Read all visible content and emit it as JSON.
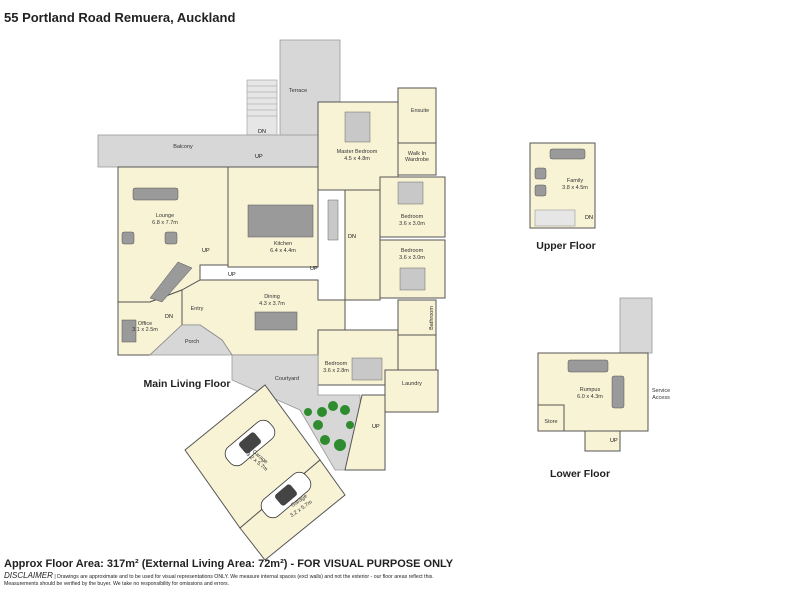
{
  "title": "55 Portland Road Remuera, Auckland",
  "floors": {
    "main": "Main Living Floor",
    "upper": "Upper  Floor",
    "lower": "Lower Floor"
  },
  "rooms": {
    "terrace": "Terrace",
    "balcony": "Balcony",
    "master_name": "Master Bedroom",
    "master_dim": "4.5 x 4.8m",
    "ensuite": "Ensuite",
    "walkin_1": "Walk In",
    "walkin_2": "Wardrobe",
    "lounge_name": "Lounge",
    "lounge_dim": "6.8 x 7.7m",
    "kitchen_name": "Kitchen",
    "kitchen_dim": "6.4 x 4.4m",
    "bed1_name": "Bedroom",
    "bed1_dim": "3.6 x 3.0m",
    "bed2_name": "Bedroom",
    "bed2_dim": "3.6 x 3.0m",
    "dining_name": "Dining",
    "dining_dim": "4.3 x 3.7m",
    "entry": "Entry",
    "office_name": "Office",
    "office_dim": "3.1 x 2.5m",
    "porch": "Porch",
    "bathroom": "Bathroom",
    "bed3_name": "Bedroom",
    "bed3_dim": "3.6 x 2.8m",
    "courtyard": "Courtyard",
    "laundry": "Laundry",
    "garage1_name": "Garage",
    "garage1_dim": "3.2 x 5.7m",
    "garage2_name": "Garage",
    "garage2_dim": "3.2 x 5.7m",
    "family_name": "Family",
    "family_dim": "3.8 x 4.5m",
    "rumpus_name": "Rumpus",
    "rumpus_dim": "6.0 x 4.3m",
    "store": "Store",
    "service_1": "Service",
    "service_2": "Access"
  },
  "arrows": {
    "dn": "DN",
    "up": "UP"
  },
  "footer": {
    "area": "Approx Floor Area: 317m² (External Living Area: 72m²) - FOR VISUAL PURPOSE ONLY",
    "disclaimer_title": "DISCLAIMER",
    "disclaimer_text": " | Drawings are approximate and to be used for visual representations ONLY. We measure internal spaces (excl walls) and not the exterior - our floor areas reflect this.",
    "disclaimer_line2": "Measurements should be verified by the buyer. We take no responsibility for omissions and errors."
  }
}
